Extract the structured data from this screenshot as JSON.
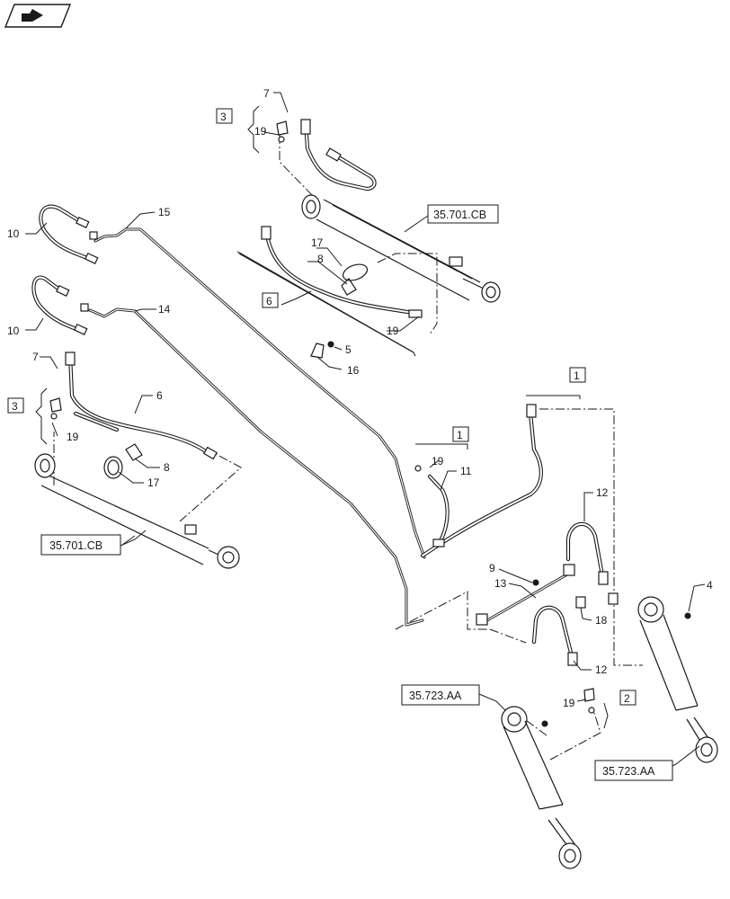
{
  "nav_icon": "next-page-arrow-icon",
  "callouts": {
    "c1": "1",
    "c1b": "1",
    "c2": "2",
    "c3a": "3",
    "c3b": "3",
    "c4": "4",
    "c5": "5",
    "c6": "6",
    "c6b": "6",
    "c7a": "7",
    "c7b": "7",
    "c8a": "8",
    "c8b": "8",
    "c9": "9",
    "c10a": "10",
    "c10b": "10",
    "c11": "11",
    "c12a": "12",
    "c12b": "12",
    "c13": "13",
    "c14": "14",
    "c15": "15",
    "c16": "16",
    "c17a": "17",
    "c17b": "17",
    "c18": "18",
    "c19a": "19",
    "c19b": "19",
    "c19c": "19",
    "c19d": "19",
    "c19e": "19"
  },
  "references": {
    "r1": "35.701.CB",
    "r2": "35.701.CB",
    "r3": "35.723.AA",
    "r4": "35.723.AA"
  }
}
